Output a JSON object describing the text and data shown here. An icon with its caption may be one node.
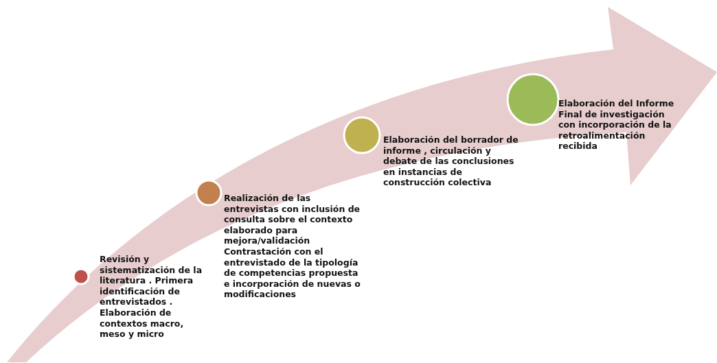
{
  "diagram": {
    "nodes": [
      {
        "text": [],
        "shape": "circle",
        "beside": [
          "Revisión y sistematización de la literatura . Primera identificación de entrevistados . Elaboración de contextos macro, meso y micro"
        ]
      },
      {
        "text": [],
        "shape": "circle",
        "beside": [
          "Realización de las entrevistas con inclusión de consulta sobre el contexto elaborado para mejora/validación Contrastación con el entrevistado de la tipología de competencias propuesta e incorporación de nuevas o modificaciones"
        ]
      },
      {
        "text": [],
        "shape": "circle",
        "beside": [
          "Elaboración del borrador de informe , circulación y debate de las conclusiones en instancias de construcción colectiva"
        ]
      },
      {
        "text": [],
        "shape": "circle",
        "beside": [
          "Elaboración del Informe Final de investigación con incorporación de la retroalimentación recibida"
        ]
      }
    ]
  }
}
